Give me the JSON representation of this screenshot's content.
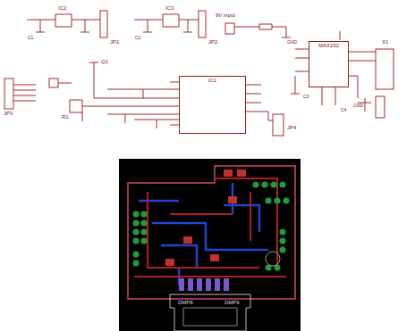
{
  "diagram": {
    "nodes": [
      {
        "text": [
          "IC1"
        ]
      },
      {
        "text": [
          "MAX232"
        ]
      }
    ],
    "labels": [
      "IC2",
      "IC3",
      "JP1",
      "JP2",
      "9V input",
      "C1",
      "C2",
      "C3",
      "C4",
      "JP3",
      "Q1",
      "R1",
      "JP4",
      "X1",
      "GND",
      "GND",
      "DMP8",
      "DMP9"
    ]
  }
}
